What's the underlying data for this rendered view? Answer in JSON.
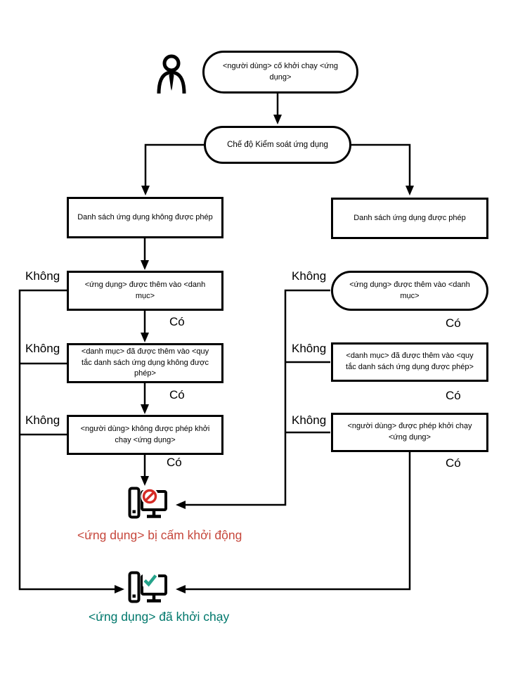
{
  "nodes": {
    "start": {
      "label": "<người dùng> cố khởi chạy <ứng dụng>"
    },
    "mode": {
      "label": "Chế độ Kiểm soát ứng dụng"
    },
    "deny_list": {
      "label": "Danh sách ứng dụng không được phép"
    },
    "deny_app": {
      "label": "<ứng dụng> được thêm vào <danh mục>"
    },
    "deny_cat": {
      "label": "<danh mục> đã được thêm vào <quy tắc danh sách ứng dụng không được phép>"
    },
    "deny_user": {
      "label": "<người dùng> không được phép khởi chạy <ứng dụng>"
    },
    "allow_list": {
      "label": "Danh sách ứng dụng được phép"
    },
    "allow_app": {
      "label": "<ứng dụng> được thêm vào <danh mục>"
    },
    "allow_cat": {
      "label": "<danh mục> đã được thêm vào <quy tắc danh sách ứng dụng được phép>"
    },
    "allow_user": {
      "label": "<người dùng> được phép khởi chạy <ứng dụng>"
    }
  },
  "labels": {
    "yes": "Có",
    "no": "Không"
  },
  "results": {
    "blocked": {
      "label": "<ứng dụng> bị cấm khởi động",
      "color": "#c6473c"
    },
    "started": {
      "label": "<ứng dụng> đã khởi chạy",
      "color": "#00786c"
    }
  },
  "icons": {
    "actor": "user-icon",
    "blocked": "computer-blocked-icon",
    "started": "computer-started-icon"
  },
  "colors": {
    "line": "#000000",
    "prohibition_red": "#d52b26",
    "check_teal": "#25a38b"
  }
}
